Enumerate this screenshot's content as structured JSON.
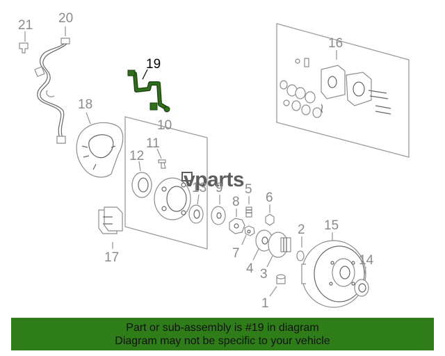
{
  "callouts": [
    {
      "id": "21",
      "label": "21"
    },
    {
      "id": "20",
      "label": "20"
    },
    {
      "id": "19",
      "label": "19"
    },
    {
      "id": "18",
      "label": "18"
    },
    {
      "id": "16",
      "label": "16"
    },
    {
      "id": "10",
      "label": "10"
    },
    {
      "id": "11",
      "label": "11"
    },
    {
      "id": "12",
      "label": "12"
    },
    {
      "id": "13",
      "label": "13"
    },
    {
      "id": "9",
      "label": "9"
    },
    {
      "id": "8",
      "label": "8"
    },
    {
      "id": "5",
      "label": "5"
    },
    {
      "id": "6",
      "label": "6"
    },
    {
      "id": "7",
      "label": "7"
    },
    {
      "id": "4",
      "label": "4"
    },
    {
      "id": "3",
      "label": "3"
    },
    {
      "id": "2",
      "label": "2"
    },
    {
      "id": "15",
      "label": "15"
    },
    {
      "id": "14",
      "label": "14"
    },
    {
      "id": "17",
      "label": "17"
    },
    {
      "id": "1",
      "label": "1"
    }
  ],
  "highlighted_part": "19",
  "watermark": "vparts",
  "banner": {
    "line1": "Part or sub-assembly is #19 in diagram",
    "line2": "Diagram may not be specific to your vehicle"
  },
  "colors": {
    "highlight_part": "#2f6f1a",
    "banner_background": "#2e7d18"
  }
}
